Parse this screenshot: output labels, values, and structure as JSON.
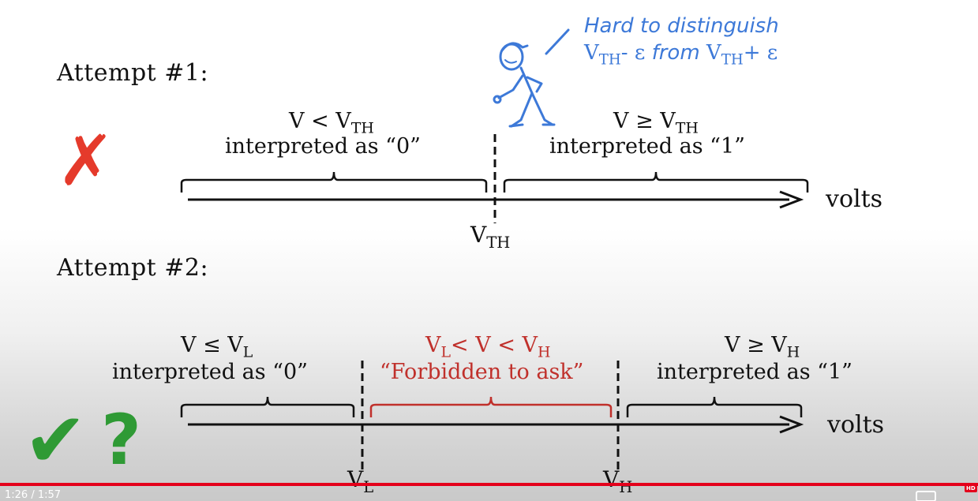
{
  "slide": {
    "attempt1": {
      "title": "Attempt #1:",
      "left_symbol": "V < V",
      "left_symbol_sub": "TH",
      "left_text": "interpreted as “0”",
      "right_symbol": "V ≥ V",
      "right_symbol_sub": "TH",
      "right_text": "interpreted as “1”",
      "threshold": "V",
      "threshold_sub": "TH",
      "axis_label": "volts",
      "mark": "✗"
    },
    "note": {
      "line1": "Hard to distinguish",
      "v1": "V",
      "v1_sub": "TH",
      "minus_eps": "- ε",
      "from": "from",
      "v2": "V",
      "v2_sub": "TH",
      "plus_eps": "+ ε"
    },
    "attempt2": {
      "title": "Attempt #2:",
      "left_symbol": "V ≤ V",
      "left_symbol_sub": "L",
      "left_text": "interpreted as “0”",
      "middle_symbol_a": "V",
      "middle_symbol_a_sub": "L",
      "middle_symbol_b": "< V < V",
      "middle_symbol_b_sub": "H",
      "middle_text": "“Forbidden to ask”",
      "right_symbol": "V ≥ V",
      "right_symbol_sub": "H",
      "right_text": "interpreted as “1”",
      "low_threshold": "V",
      "low_threshold_sub": "L",
      "high_threshold": "V",
      "high_threshold_sub": "H",
      "axis_label": "volts",
      "mark_check": "✔",
      "mark_question": "?"
    }
  },
  "player": {
    "time": "1:26 / 1:57",
    "hd": "HD",
    "played_fraction": 1.0,
    "accent_color": "#e4001b"
  },
  "colors": {
    "note_blue": "#3d79d8",
    "forbidden_red": "#c0302b",
    "fail_red": "#e53a2b",
    "ok_green": "#2f9a35"
  }
}
